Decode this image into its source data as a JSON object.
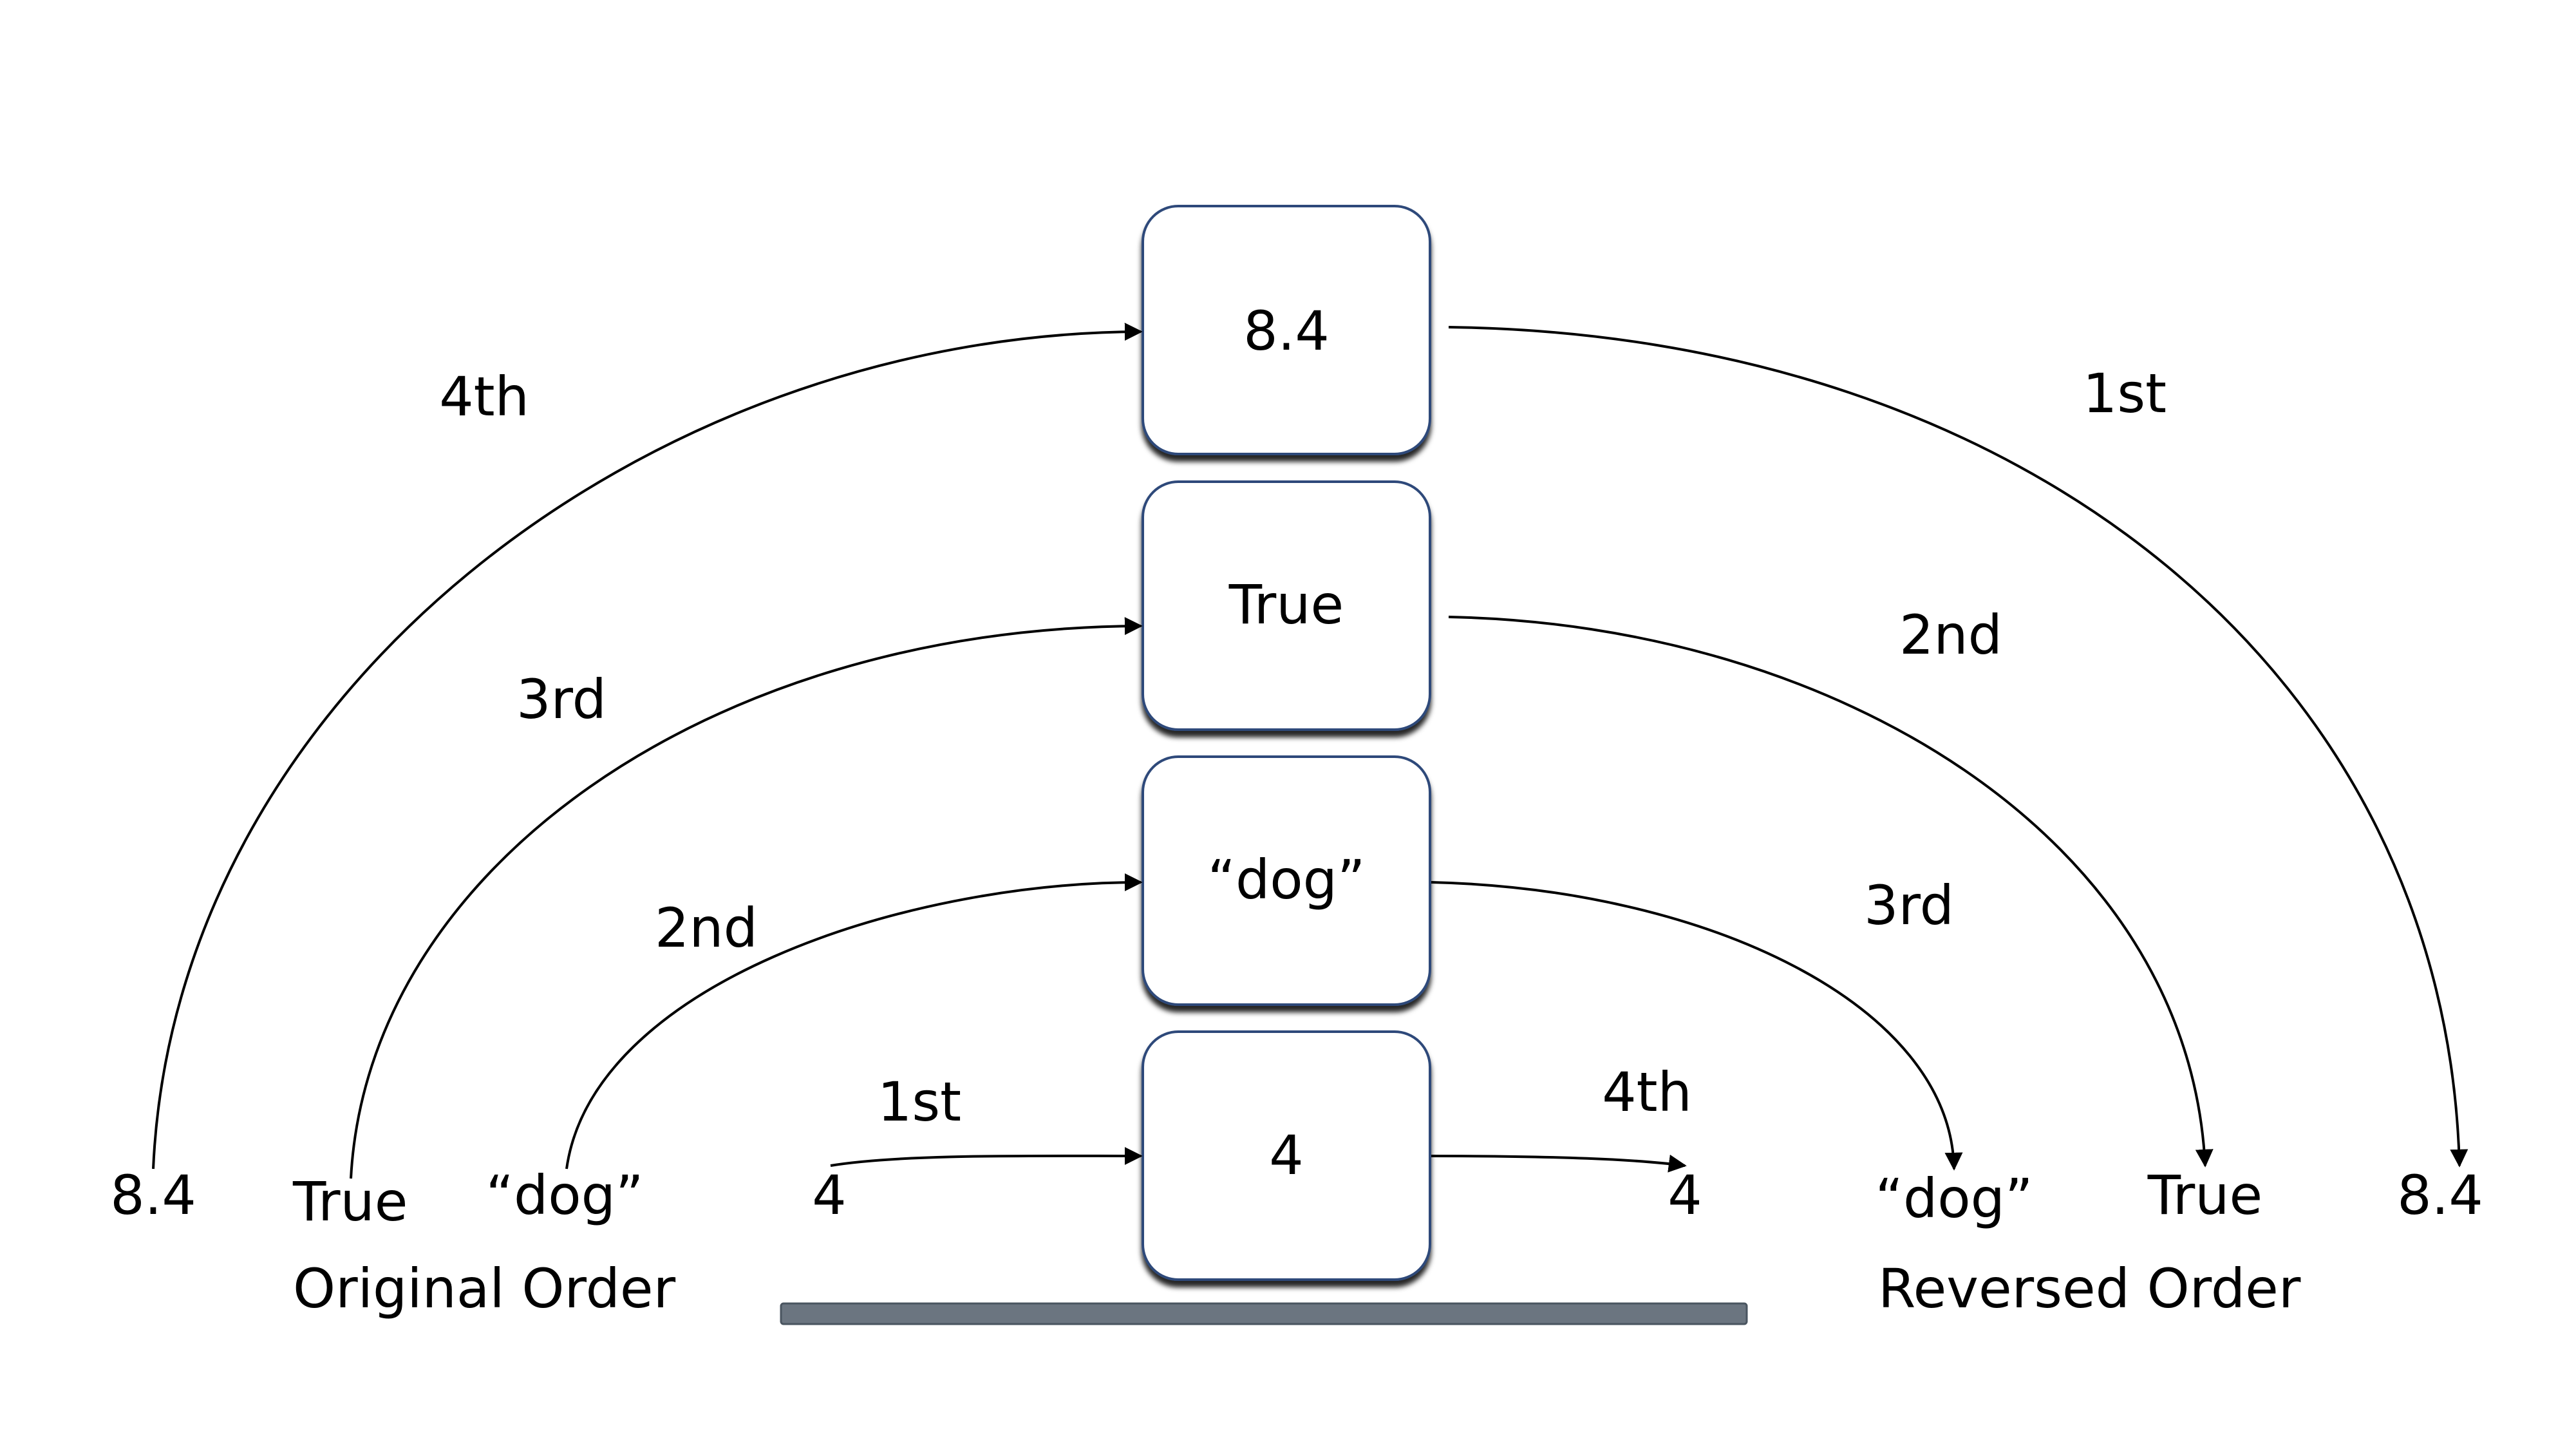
{
  "stack": {
    "items": [
      {
        "label": "8.4"
      },
      {
        "label": "True"
      },
      {
        "label": "“dog”"
      },
      {
        "label": "4"
      }
    ],
    "base_color": "#6b7580"
  },
  "original": {
    "values": [
      "8.4",
      "True",
      "“dog”",
      "4"
    ],
    "caption": "Original Order",
    "push_labels": [
      "4th",
      "3rd",
      "2nd",
      "1st"
    ]
  },
  "reversed": {
    "values": [
      "8.4",
      "True",
      "“dog”",
      "4"
    ],
    "caption": "Reversed Order",
    "pop_labels": [
      "1st",
      "2nd",
      "3rd",
      "4th"
    ]
  },
  "colors": {
    "box_border": "#2e4a7a",
    "box_fill": "#ffffff",
    "arrow": "#000000"
  }
}
